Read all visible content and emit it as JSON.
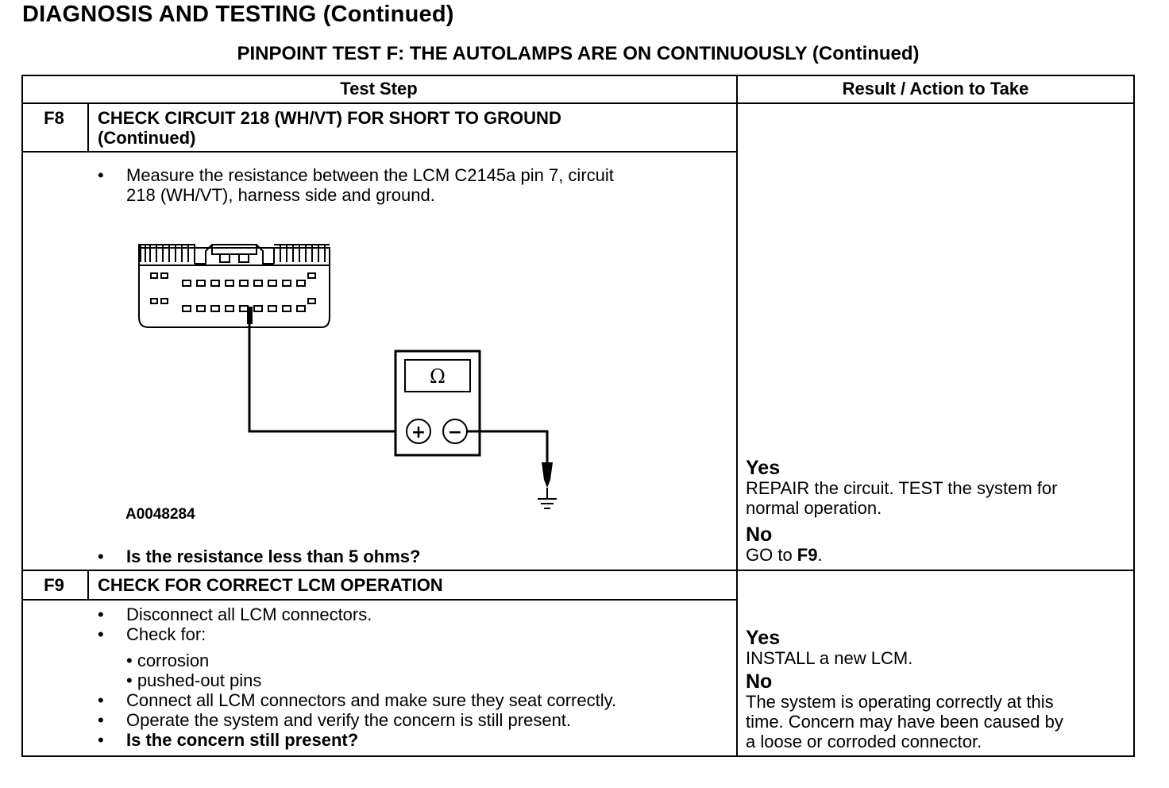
{
  "header": {
    "title": "DIAGNOSIS AND TESTING (Continued)",
    "subtitle": "PINPOINT TEST  F: THE AUTOLAMPS ARE ON CONTINUOUSLY (Continued)"
  },
  "table": {
    "col_test_step": "Test Step",
    "col_result": "Result / Action to Take"
  },
  "f8": {
    "id": "F8",
    "title_line1": "CHECK CIRCUIT 218 (WH/VT) FOR SHORT TO GROUND",
    "title_line2": "(Continued)",
    "bullet_mark": "•",
    "step1_line1": "Measure the resistance between the LCM C2145a pin 7, circuit",
    "step1_line2": "218 (WH/VT), harness side and ground.",
    "figure_code": "A0048284",
    "meter_symbol": "Ω",
    "plus_symbol": "+",
    "minus_symbol": "−",
    "question": "Is the resistance less than 5 ohms?",
    "yes_label": "Yes",
    "yes_text_line1": "REPAIR the circuit. TEST the system for",
    "yes_text_line2": "normal operation.",
    "no_label": "No",
    "no_text_prefix": "GO to ",
    "no_text_target": "F9",
    "no_text_suffix": "."
  },
  "f9": {
    "id": "F9",
    "title": "CHECK FOR CORRECT LCM OPERATION",
    "bullet_mark": "•",
    "step1": "Disconnect all LCM connectors.",
    "step2": "Check for:",
    "sub1": "• corrosion",
    "sub2": "• pushed-out pins",
    "step3": "Connect all LCM connectors and make sure they seat correctly.",
    "step4": "Operate the system and verify the concern is still present.",
    "question": "Is the concern still present?",
    "yes_label": "Yes",
    "yes_text": "INSTALL a new LCM.",
    "no_label": "No",
    "no_text_line1": "The system is operating correctly at this",
    "no_text_line2": "time. Concern may have been caused by",
    "no_text_line3": "a loose or corroded connector."
  }
}
